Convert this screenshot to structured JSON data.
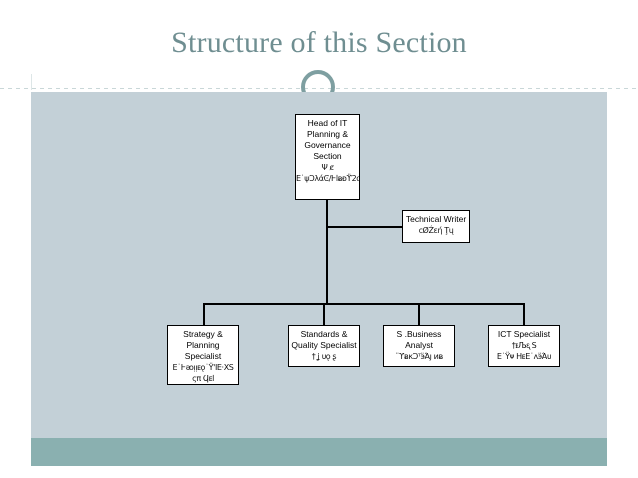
{
  "slide": {
    "title": "Structure of this Section",
    "colors": {
      "title_text": "#6f8e91",
      "accent_ring": "#7e9fa1",
      "body_background": "#c3d0d7",
      "footer_band": "#8ab0b0",
      "slide_background": "#ffffff",
      "node_fill": "#ffffff",
      "node_border": "#000000",
      "connector": "#000000"
    }
  },
  "chart": {
    "type": "org-chart",
    "root": {
      "id": "head-of-it-planning-governance-section",
      "lines": [
        "Head of IT",
        "Planning &",
        "Governance",
        "Section",
        "Ψ      ȼ",
        "E˙ψϽλάϾ/Ͱӏᴃᴆϔ2ɑ"
      ]
    },
    "assistant": {
      "id": "technical-writer",
      "lines": [
        "Technical Writer",
        "cØŹεή Ţų"
      ]
    },
    "children": [
      {
        "id": "strategy-planning-specialist",
        "lines": [
          "Strategy &",
          "Planning",
          "Specialist",
          "E˙Ͱᴔᴉᴉᴇǫ˙Ϋ'ΙΕ·ΧS",
          "ςπ Ϥᴇӏ"
        ]
      },
      {
        "id": "standards-quality-specialist",
        "lines": [
          "Standards &",
          "Quality Specialist",
          "†      ʝ ᴜǫ          ʂ"
        ]
      },
      {
        "id": "s-business-analyst",
        "lines": [
          "S .Business",
          "Analyst",
          "¨ϒᴃκϽᵀӭΆȷ ᴎᴃ"
        ]
      },
      {
        "id": "ict-specialist",
        "lines": [
          "ICT Specialist",
          "†ᵻЉᶓ          S",
          "E˙Ϋᴪ HᴇE˙ᴧӭΆᴜ"
        ]
      }
    ]
  }
}
